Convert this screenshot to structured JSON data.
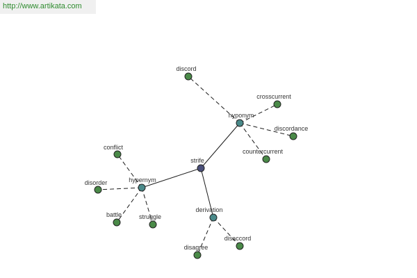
{
  "header": {
    "url": "http://www.artikata.com"
  },
  "colors": {
    "root": "#4a4f7a",
    "relation": "#4a8a8a",
    "leaf": "#4a8a48"
  },
  "graph": {
    "nodes": [
      {
        "id": "strife",
        "label": "strife",
        "kind": "root"
      },
      {
        "id": "hyponym",
        "label": "hyponym",
        "kind": "relation"
      },
      {
        "id": "hypernym",
        "label": "hypernym",
        "kind": "relation"
      },
      {
        "id": "derivation",
        "label": "derivation",
        "kind": "relation"
      },
      {
        "id": "discord",
        "label": "discord",
        "kind": "leaf"
      },
      {
        "id": "crosscurrent",
        "label": "crosscurrent",
        "kind": "leaf"
      },
      {
        "id": "discordance",
        "label": "discordance",
        "kind": "leaf"
      },
      {
        "id": "countercurrent",
        "label": "countercurrent",
        "kind": "leaf"
      },
      {
        "id": "conflict",
        "label": "conflict",
        "kind": "leaf"
      },
      {
        "id": "disorder",
        "label": "disorder",
        "kind": "leaf"
      },
      {
        "id": "battle",
        "label": "battle",
        "kind": "leaf"
      },
      {
        "id": "struggle",
        "label": "struggle",
        "kind": "leaf"
      },
      {
        "id": "disagree",
        "label": "disagree",
        "kind": "leaf"
      },
      {
        "id": "disaccord",
        "label": "disaccord",
        "kind": "leaf"
      }
    ],
    "edges": [
      {
        "from": "strife",
        "to": "hyponym",
        "style": "solid"
      },
      {
        "from": "strife",
        "to": "hypernym",
        "style": "solid"
      },
      {
        "from": "strife",
        "to": "derivation",
        "style": "solid"
      },
      {
        "from": "hyponym",
        "to": "discord",
        "style": "dashed"
      },
      {
        "from": "hyponym",
        "to": "crosscurrent",
        "style": "dashed"
      },
      {
        "from": "hyponym",
        "to": "discordance",
        "style": "dashed"
      },
      {
        "from": "hyponym",
        "to": "countercurrent",
        "style": "dashed"
      },
      {
        "from": "hypernym",
        "to": "conflict",
        "style": "dashed"
      },
      {
        "from": "hypernym",
        "to": "disorder",
        "style": "dashed"
      },
      {
        "from": "hypernym",
        "to": "battle",
        "style": "dashed"
      },
      {
        "from": "hypernym",
        "to": "struggle",
        "style": "dashed"
      },
      {
        "from": "derivation",
        "to": "disagree",
        "style": "dashed"
      },
      {
        "from": "derivation",
        "to": "disaccord",
        "style": "dashed"
      }
    ]
  }
}
